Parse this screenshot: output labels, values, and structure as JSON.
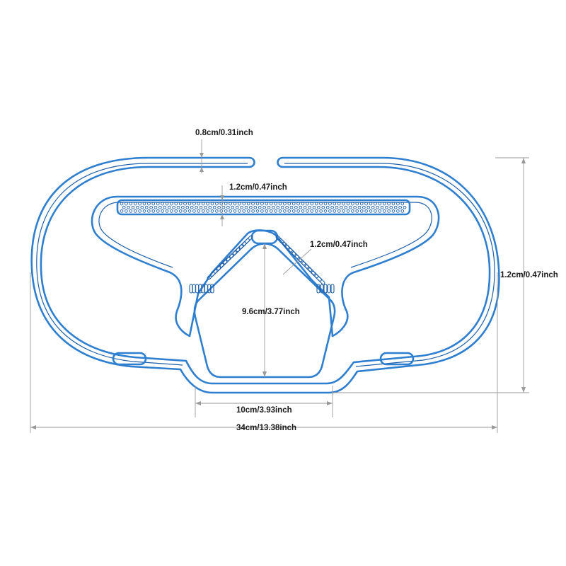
{
  "colors": {
    "outline": "#2f7fd0",
    "outline_dark": "#1f5fa8",
    "dimension_line": "#9a9a9a",
    "label": "#1a1a1a",
    "background": "#ffffff"
  },
  "labels": {
    "strap_gap": "0.8cm/0.31inch",
    "vent_band_width": "1.2cm/0.47inch",
    "slot_width": "1.2cm/0.47inch",
    "overall_height": "1.2cm/0.47inch",
    "window_height": "9.6cm/3.77inch",
    "window_width": "10cm/3.93inch",
    "overall_width": "34cm/13.38inch"
  }
}
